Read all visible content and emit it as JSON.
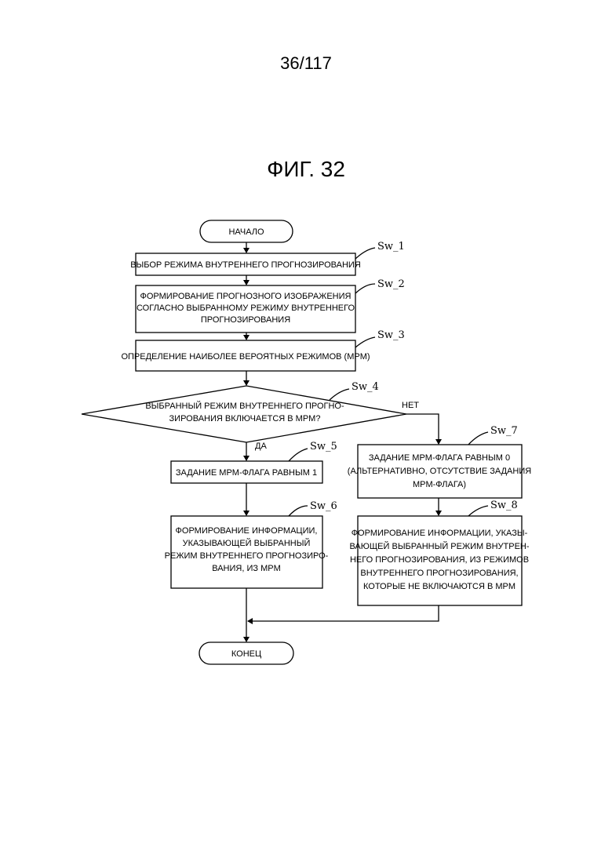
{
  "page_number": "36/117",
  "figure_title": "ФИГ. 32",
  "start_label": "НАЧАЛО",
  "end_label": "КОНЕЦ",
  "steps": {
    "sw1": {
      "ref": "Sw_1",
      "text": "ВЫБОР РЕЖИМА ВНУТРЕННЕГО ПРОГНОЗИРОВАНИЯ"
    },
    "sw2": {
      "ref": "Sw_2",
      "lines": [
        "ФОРМИРОВАНИЕ ПРОГНОЗНОГО ИЗОБРАЖЕНИЯ",
        "СОГЛАСНО ВЫБРАННОМУ РЕЖИМУ ВНУТРЕННЕГО",
        "ПРОГНОЗИРОВАНИЯ"
      ]
    },
    "sw3": {
      "ref": "Sw_3",
      "text": "ОПРЕДЕЛЕНИЕ НАИБОЛЕЕ ВЕРОЯТНЫХ РЕЖИМОВ (MPM)"
    },
    "sw4": {
      "ref": "Sw_4",
      "lines": [
        "ВЫБРАННЫЙ РЕЖИМ ВНУТРЕННЕГО ПРОГНО-",
        "ЗИРОВАНИЯ ВКЛЮЧАЕТСЯ В MPM?"
      ],
      "yes_label": "ДА",
      "no_label": "НЕТ"
    },
    "sw5": {
      "ref": "Sw_5",
      "text": "ЗАДАНИЕ MPM-ФЛАГА РАВНЫМ 1"
    },
    "sw6": {
      "ref": "Sw_6",
      "lines": [
        "ФОРМИРОВАНИЕ ИНФОРМАЦИИ,",
        "УКАЗЫВАЮЩЕЙ ВЫБРАННЫЙ",
        "РЕЖИМ ВНУТРЕННЕГО ПРОГНОЗИРО-",
        "ВАНИЯ, ИЗ MPM"
      ]
    },
    "sw7": {
      "ref": "Sw_7",
      "lines": [
        "ЗАДАНИЕ MPM-ФЛАГА РАВНЫМ 0",
        "(АЛЬТЕРНАТИВНО, ОТСУТСТВИЕ ЗАДАНИЯ",
        "MPM-ФЛАГА)"
      ]
    },
    "sw8": {
      "ref": "Sw_8",
      "lines": [
        "ФОРМИРОВАНИЕ ИНФОРМАЦИИ, УКАЗЫ-",
        "ВАЮЩЕЙ ВЫБРАННЫЙ РЕЖИМ ВНУТРЕН-",
        "НЕГО ПРОГНОЗИРОВАНИЯ, ИЗ РЕЖИМОВ",
        "ВНУТРЕННЕГО ПРОГНОЗИРОВАНИЯ,",
        "КОТОРЫЕ НЕ ВКЛЮЧАЮТСЯ В MPM"
      ]
    }
  }
}
